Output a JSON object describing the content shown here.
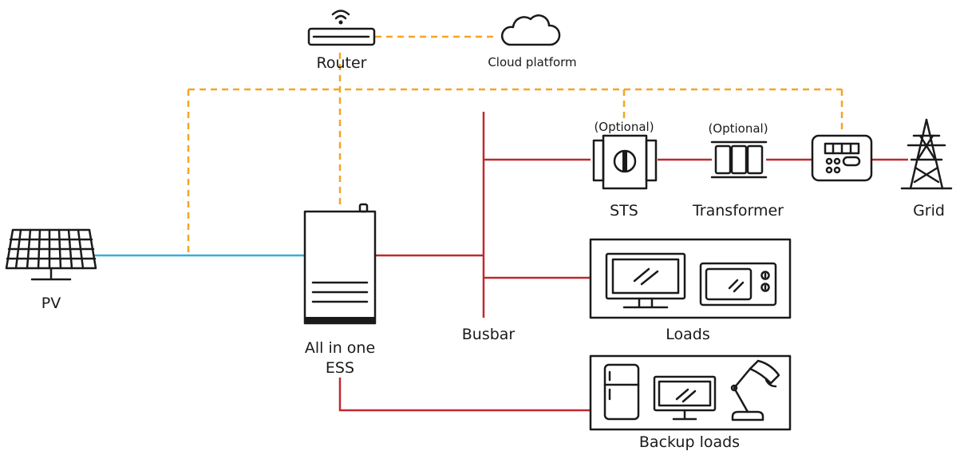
{
  "labels": {
    "router": "Router",
    "cloud": "Cloud platform",
    "pv": "PV",
    "ess_line1": "All in one",
    "ess_line2": "ESS",
    "busbar": "Busbar",
    "sts": "STS",
    "sts_optional": "(Optional)",
    "transformer": "Transformer",
    "transformer_optional": "(Optional)",
    "grid": "Grid",
    "loads": "Loads",
    "backup_loads": "Backup loads"
  },
  "legend_colors": {
    "power_line": "#c0282f",
    "pv_line": "#33aee0",
    "comm_line": "#f5a524",
    "icon_stroke": "#1a1a1a"
  },
  "icons": [
    "wifi-icon",
    "router-icon",
    "cloud-icon",
    "solar-panel-icon",
    "ess-cabinet-icon",
    "sts-switch-icon",
    "transformer-icon",
    "meter-icon",
    "pylon-icon",
    "tv-icon",
    "microwave-icon",
    "fridge-icon",
    "monitor-icon",
    "desk-lamp-icon"
  ]
}
